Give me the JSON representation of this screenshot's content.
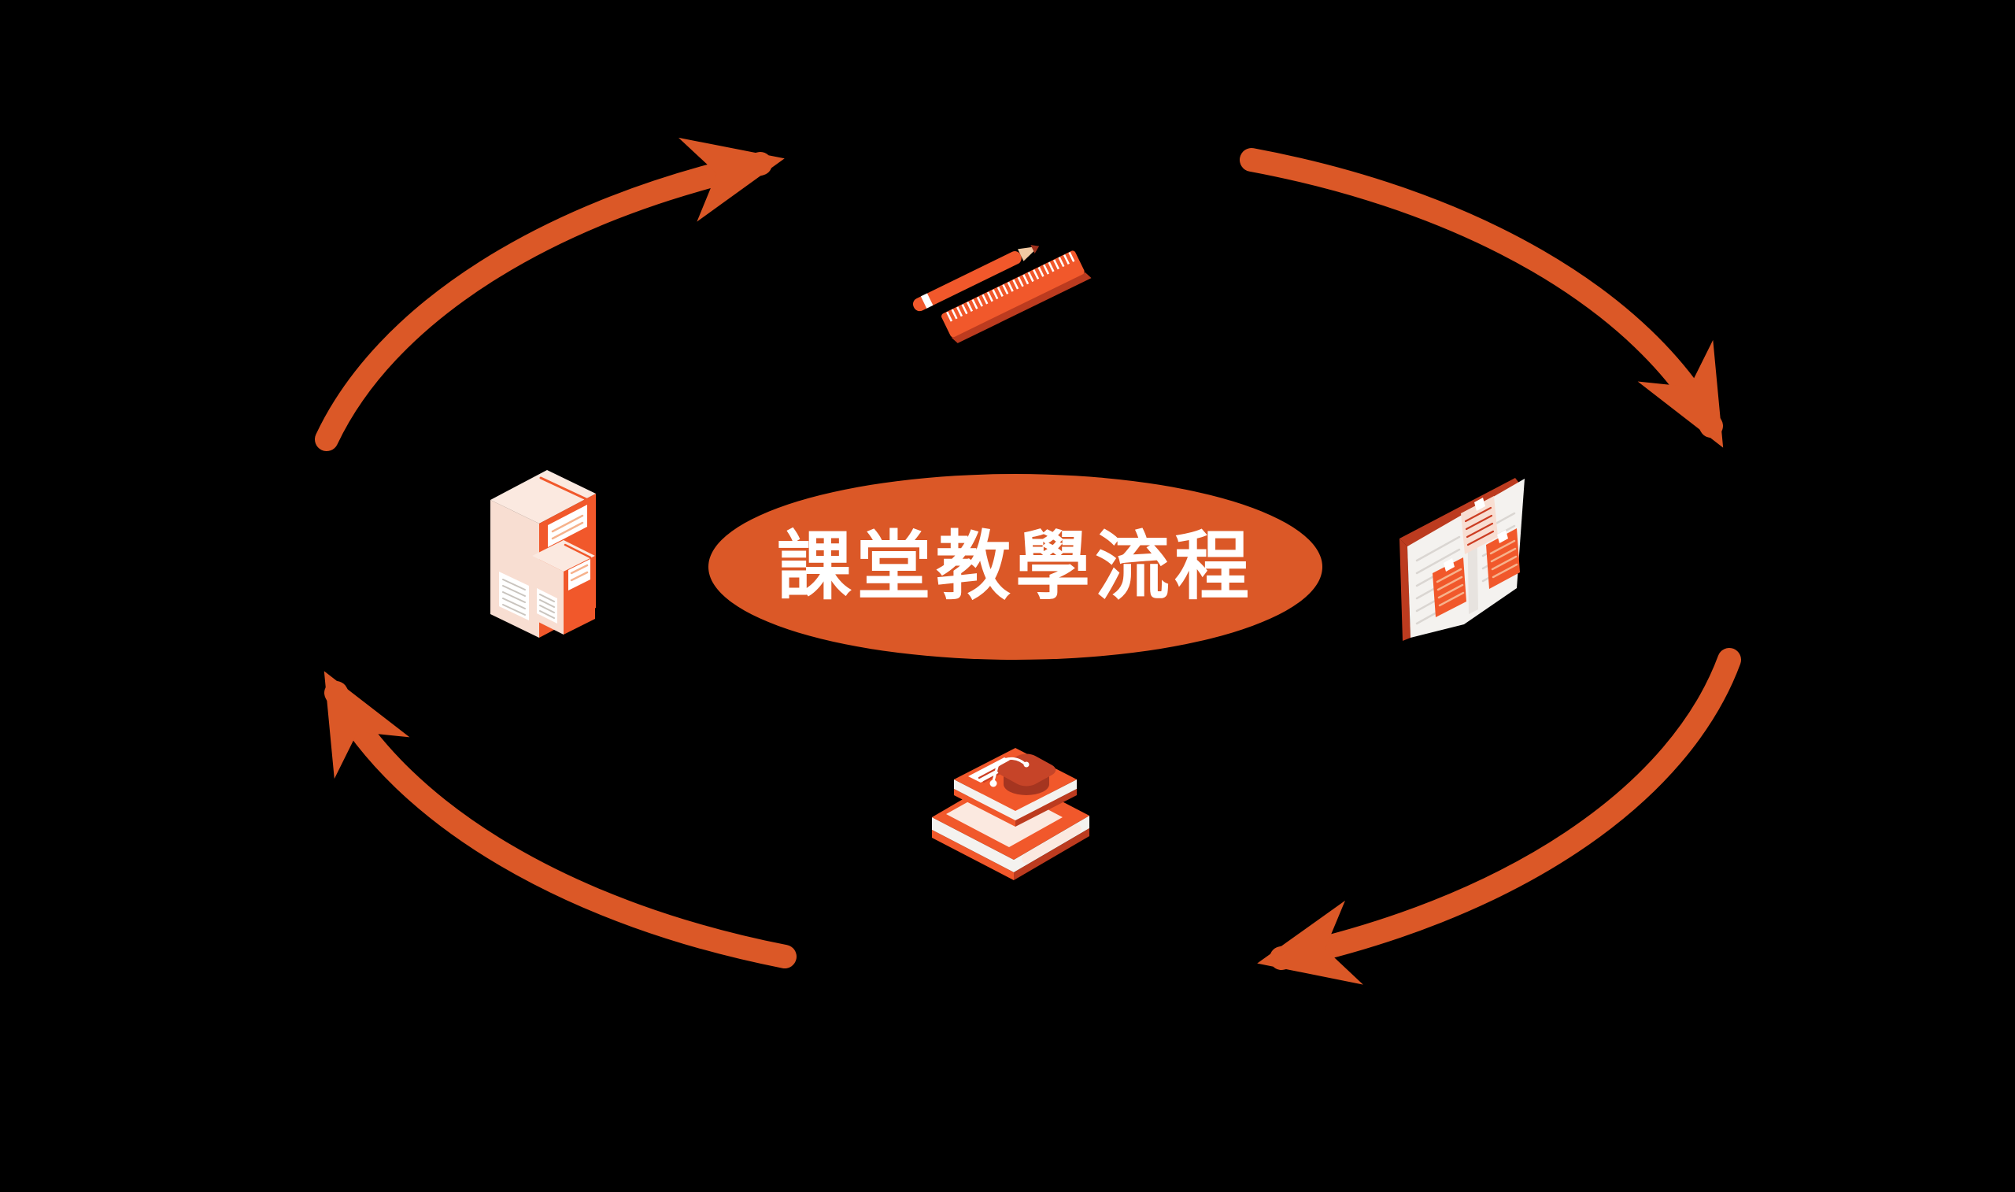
{
  "badge": {
    "title": "課堂教學流程"
  },
  "cycle": {
    "type": "circular-flow",
    "direction": "clockwise",
    "arrow_count": 4
  },
  "icons": [
    {
      "name": "pencil-and-ruler-icon",
      "position": "top",
      "meaning": "writing and measuring tools"
    },
    {
      "name": "open-book-with-notes-icon",
      "position": "right",
      "meaning": "open book with sticky notes"
    },
    {
      "name": "book-stack-graduation-cap-icon",
      "position": "bottom",
      "meaning": "stacked books with graduation cap"
    },
    {
      "name": "standing-books-icon",
      "position": "left",
      "meaning": "two upright books"
    }
  ],
  "colors": {
    "background": "#000000",
    "primary": "#DB5827",
    "bright": "#F1582B",
    "deep": "#BC3B1F",
    "cap": "#C64428",
    "capDark": "#A53520",
    "palePink": "#FBE9E0",
    "pink": "#F8DED2",
    "paper": "#F4F2EF",
    "paperShade": "#DAD6D2",
    "fold": "#E7E3DF",
    "labelLine": "#C9C4BE",
    "noteLine": "#CC3D22",
    "notePaleLine": "#F6B28C",
    "wood": "#F2C9A2",
    "lead": "#9E2F1B",
    "white": "#FFFFFF"
  }
}
